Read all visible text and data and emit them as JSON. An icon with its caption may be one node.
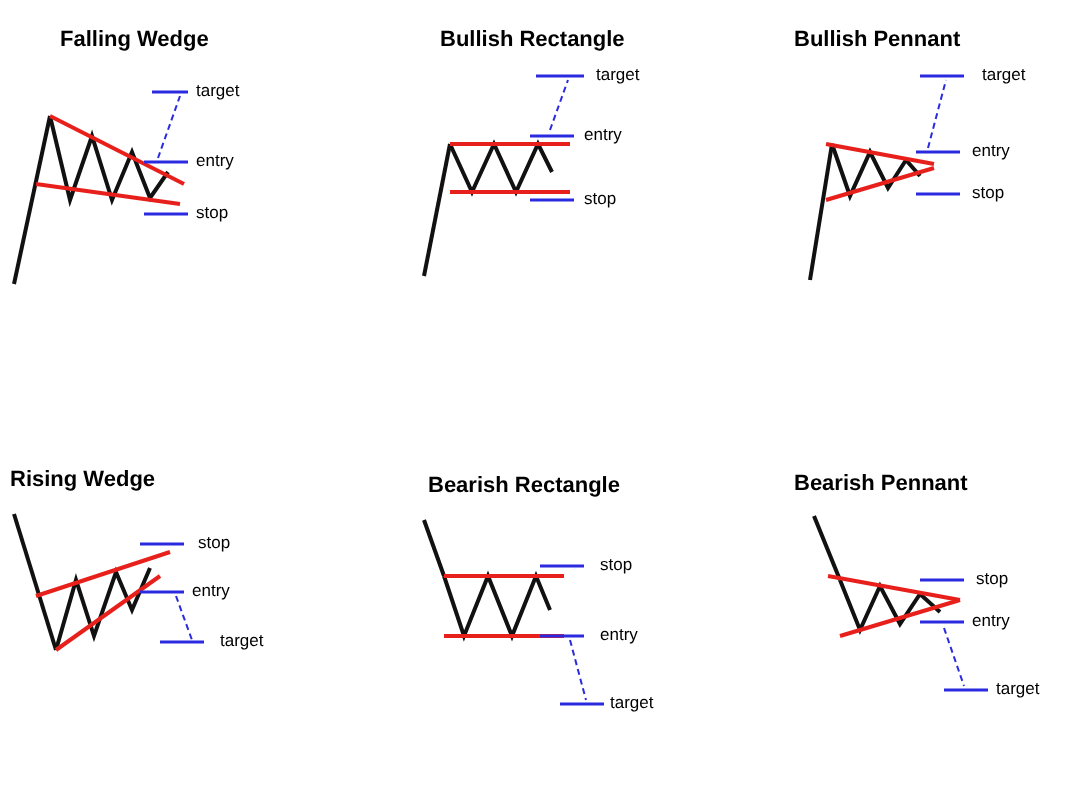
{
  "diagram": {
    "labels": [
      "Falling Wedge",
      "target",
      "entry",
      "stop",
      "Bullish Rectangle",
      "target",
      "entry",
      "stop",
      "Bullish Pennant",
      "target",
      "entry",
      "stop",
      "Rising Wedge",
      "stop",
      "entry",
      "target",
      "Bearish Rectangle",
      "stop",
      "entry",
      "target",
      "Bearish Pennant",
      "stop",
      "entry",
      "target"
    ]
  }
}
